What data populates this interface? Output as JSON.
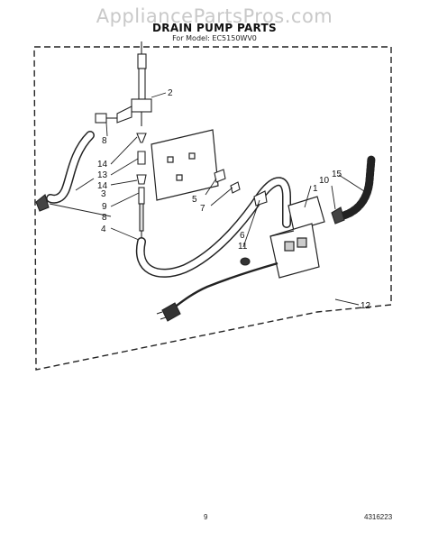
{
  "watermark": "AppliancePartsPros.com",
  "title": "DRAIN PUMP PARTS",
  "subtitle": "For Model: EC5150WV0",
  "callouts": {
    "c1": "1",
    "c2": "2",
    "c3": "3",
    "c4": "4",
    "c5": "5",
    "c6": "6",
    "c7": "7",
    "c8a": "8",
    "c8b": "8",
    "c9": "9",
    "c10": "10",
    "c11": "11",
    "c12": "12",
    "c13": "13",
    "c14a": "14",
    "c14b": "14",
    "c15": "15"
  },
  "footer": {
    "page_number": "9",
    "doc_number": "4316223"
  }
}
